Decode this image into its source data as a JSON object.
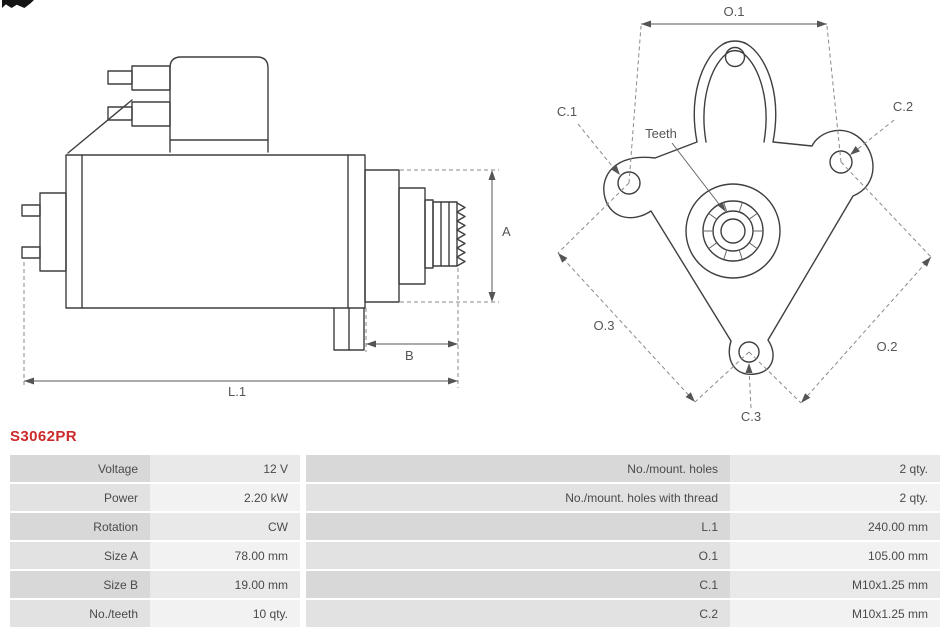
{
  "part_number": "S3062PR",
  "colors": {
    "part_number_red": "#cc2a2a",
    "drawing_line": "#3f3f3f",
    "dimension_text": "#555555",
    "table_label_bg": "#d8d8d8",
    "table_value_bg": "#e9e9e9",
    "table_label_bg_alt": "#e2e2e2",
    "table_value_bg_alt": "#f2f2f2",
    "table_text": "#4a4a4a"
  },
  "drawing": {
    "side": {
      "dim_a": "A",
      "dim_b": "B",
      "dim_l1": "L.1"
    },
    "front": {
      "dim_o1": "O.1",
      "dim_o2": "O.2",
      "dim_o3": "O.3",
      "dim_c1": "C.1",
      "dim_c2": "C.2",
      "dim_c3": "C.3",
      "teeth_label": "Teeth"
    }
  },
  "spec_table": {
    "rows": [
      {
        "left_label": "Voltage",
        "left_value": "12 V",
        "right_label": "No./mount. holes",
        "right_value": "2 qty."
      },
      {
        "left_label": "Power",
        "left_value": "2.20 kW",
        "right_label": "No./mount. holes with thread",
        "right_value": "2 qty."
      },
      {
        "left_label": "Rotation",
        "left_value": "CW",
        "right_label": "L.1",
        "right_value": "240.00 mm"
      },
      {
        "left_label": "Size A",
        "left_value": "78.00 mm",
        "right_label": "O.1",
        "right_value": "105.00 mm"
      },
      {
        "left_label": "Size B",
        "left_value": "19.00 mm",
        "right_label": "C.1",
        "right_value": "M10x1.25 mm"
      },
      {
        "left_label": "No./teeth",
        "left_value": "10 qty.",
        "right_label": "C.2",
        "right_value": "M10x1.25 mm"
      }
    ]
  }
}
